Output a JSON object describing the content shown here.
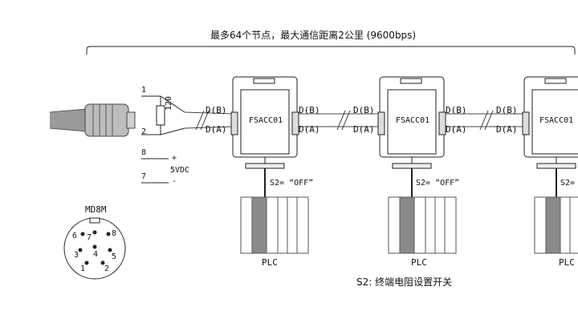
{
  "header": {
    "title": "最多64个节点，最大通信距离2公里 (9600bps)"
  },
  "cable": {
    "pin1": "1",
    "pin2": "2",
    "resistor": "120",
    "pin8": "8",
    "plus": "+",
    "pin7": "7",
    "minus": "-",
    "voltage": "5VDC"
  },
  "connector": {
    "name": "MD8M",
    "pins": [
      "1",
      "2",
      "3",
      "4",
      "5",
      "6",
      "7",
      "8"
    ]
  },
  "nodes": [
    {
      "module": "FSACC01",
      "left_b": "D(B)",
      "left_a": "D(A)",
      "right_b": "D(B)",
      "right_a": "D(A)",
      "switch": "S2= “OFF”",
      "plc": "PLC"
    },
    {
      "module": "FSACC01",
      "left_b": "D(B)",
      "left_a": "D(A)",
      "right_b": "D(B)",
      "right_a": "D(A)",
      "switch": "S2= “OFF”",
      "plc": "PLC"
    },
    {
      "module": "FSACC01",
      "left_b": "D(B)",
      "left_a": "D(A)",
      "switch": "S2=",
      "plc": "PLC"
    }
  ],
  "footnote": "S2: 终端电阻设置开关"
}
